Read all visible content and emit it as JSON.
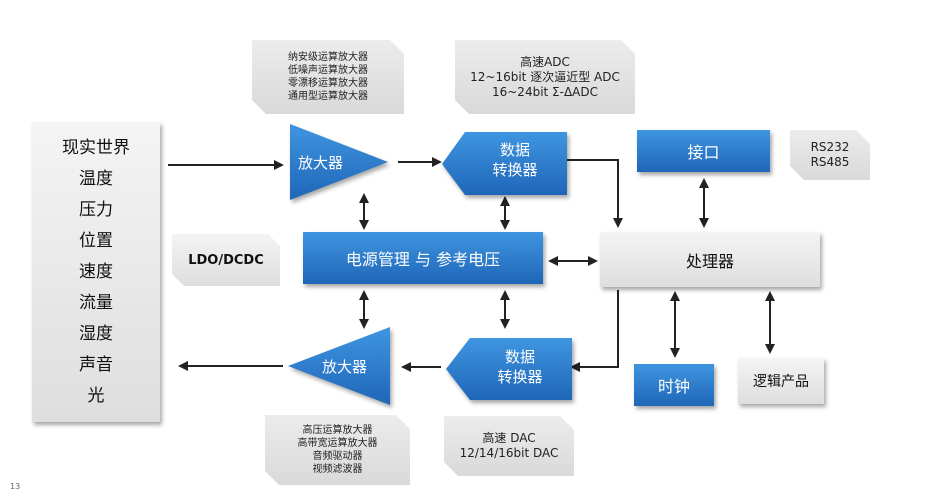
{
  "real_world": {
    "items": [
      "现实世界",
      "温度",
      "压力",
      "位置",
      "速度",
      "流量",
      "湿度",
      "声音",
      "光"
    ]
  },
  "amp_top": {
    "label": "放大器"
  },
  "amp_bottom": {
    "label": "放大器"
  },
  "amp_top_note": {
    "lines": [
      "纳安级运算放大器",
      "低噪声运算放大器",
      "零漂移运算放大器",
      "通用型运算放大器"
    ]
  },
  "amp_bottom_note": {
    "lines": [
      "高压运算放大器",
      "高带宽运算放大器",
      "音频驱动器",
      "视频滤波器"
    ]
  },
  "adc": {
    "line1": "数据",
    "line2": "转换器"
  },
  "dac": {
    "line1": "数据",
    "line2": "转换器"
  },
  "adc_note": {
    "lines": [
      "高速ADC",
      "12~16bit 逐次逼近型 ADC",
      "16~24bit Σ-ΔADC"
    ]
  },
  "dac_note": {
    "lines": [
      "高速 DAC",
      "12/14/16bit DAC"
    ]
  },
  "power": {
    "label": "电源管理 与 参考电压"
  },
  "ldo": {
    "label": "LDO/DCDC"
  },
  "processor": {
    "label": "处理器"
  },
  "interface": {
    "label": "接口"
  },
  "interface_note": {
    "lines": [
      "RS232",
      "RS485"
    ]
  },
  "clock": {
    "label": "时钟"
  },
  "logic": {
    "label": "逻辑产品"
  },
  "page_number": "13",
  "colors": {
    "blue_top": "#3f95e0",
    "blue_bottom": "#1f66b8",
    "arrow": "#222222"
  }
}
